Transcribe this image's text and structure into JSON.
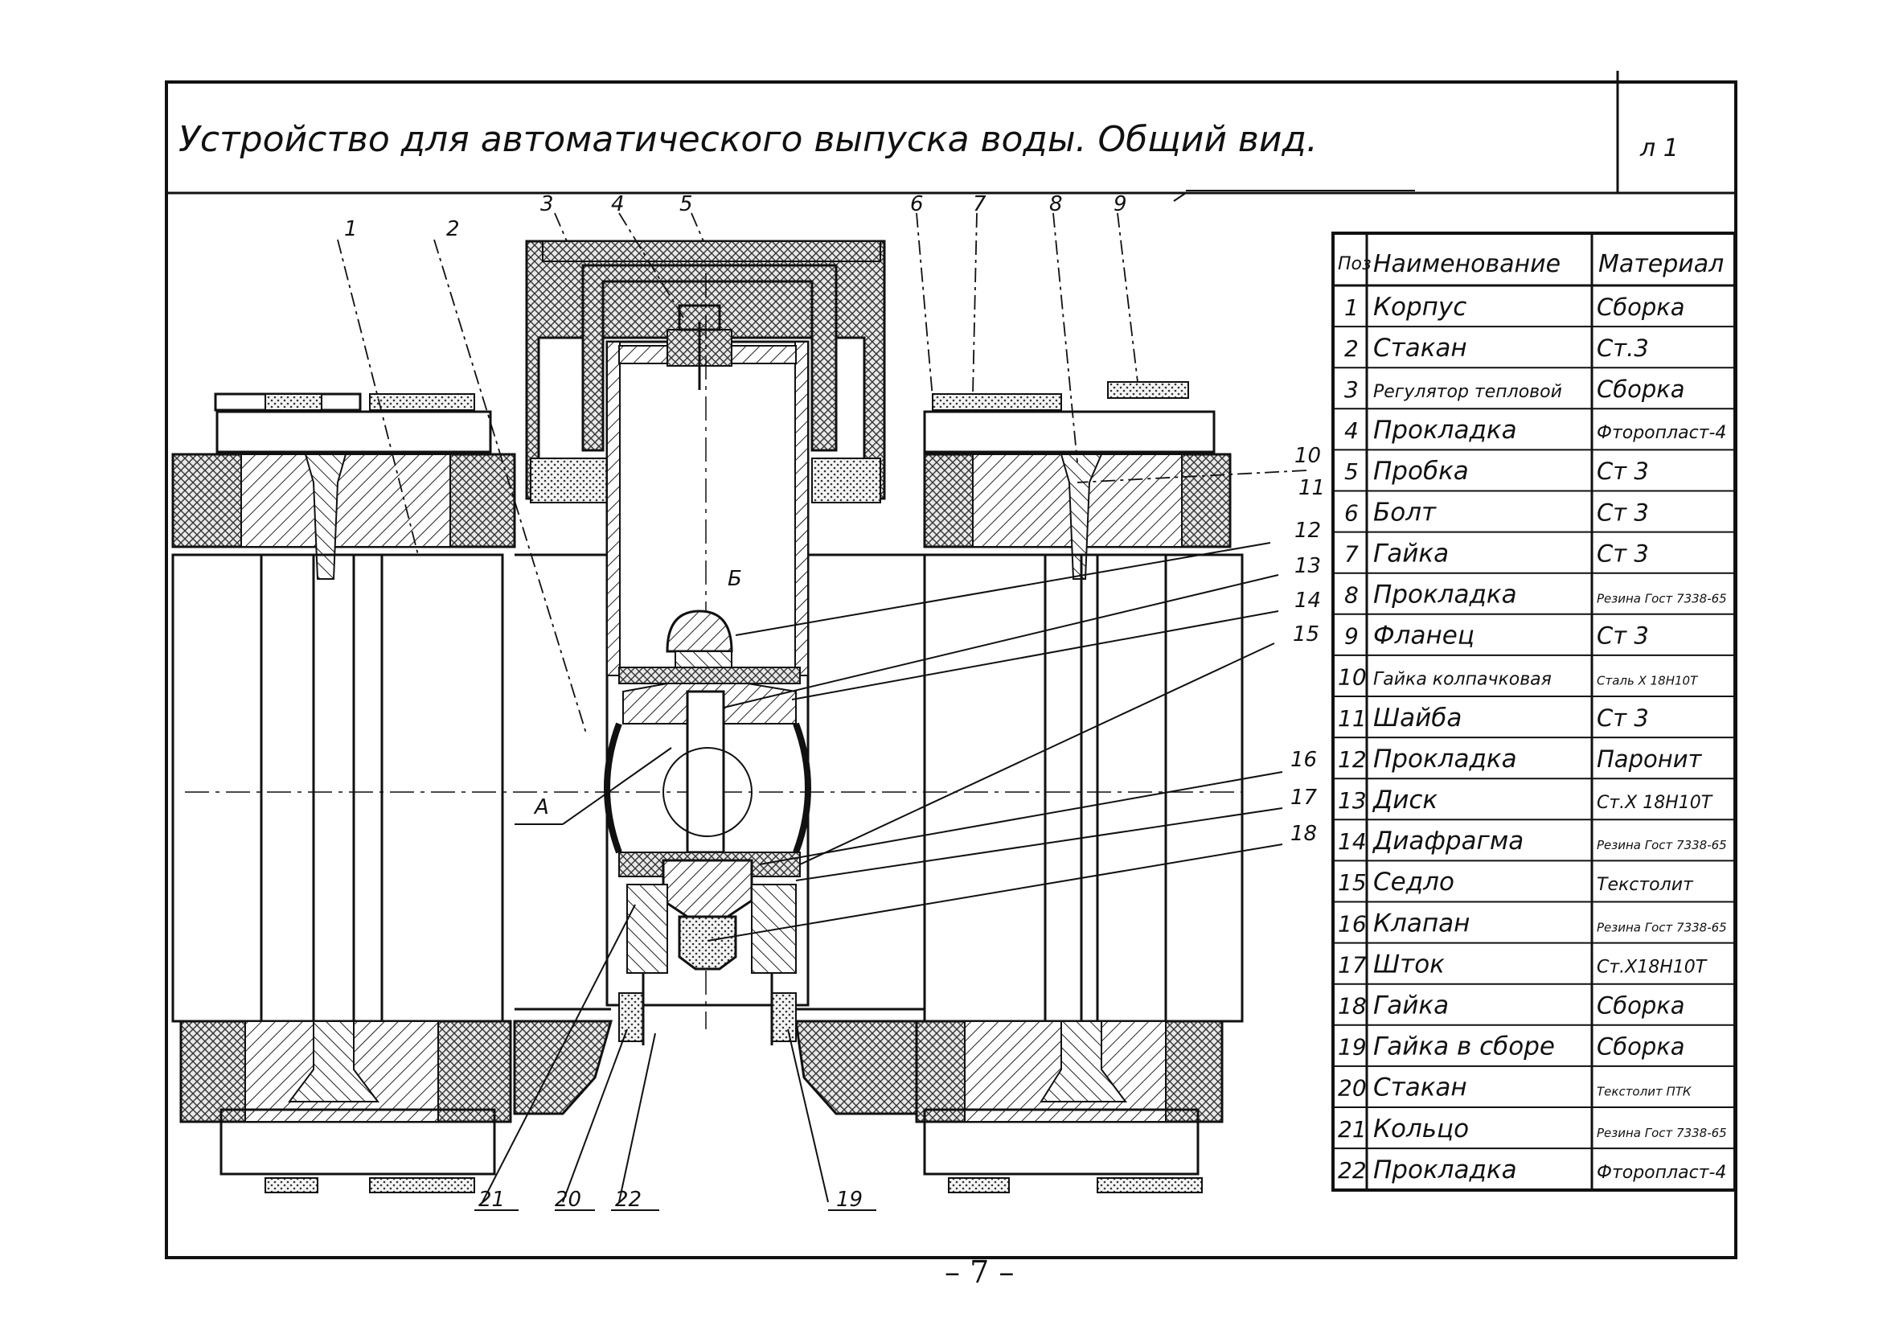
{
  "title": "Устройство для автоматического выпуска воды. Общий вид.",
  "sheet_no": "л 1",
  "page_number": "– 7 –",
  "section_labels": {
    "a": "А",
    "b": "Б"
  },
  "callouts": [
    "1",
    "2",
    "3",
    "4",
    "5",
    "6",
    "7",
    "8",
    "9",
    "10",
    "11",
    "12",
    "13",
    "14",
    "15",
    "16",
    "17",
    "18",
    "19",
    "20",
    "21",
    "22"
  ],
  "parts_table": {
    "headers": {
      "pos": "Поз",
      "name": "Наименование",
      "material": "Материал"
    },
    "rows": [
      {
        "pos": "1",
        "name": "Корпус",
        "material": "Сборка"
      },
      {
        "pos": "2",
        "name": "Стакан",
        "material": "Ст.3"
      },
      {
        "pos": "3",
        "name": "Регулятор тепловой",
        "material": "Сборка"
      },
      {
        "pos": "4",
        "name": "Прокладка",
        "material": "Фторопласт-4"
      },
      {
        "pos": "5",
        "name": "Пробка",
        "material": "Ст 3"
      },
      {
        "pos": "6",
        "name": "Болт",
        "material": "Ст 3"
      },
      {
        "pos": "7",
        "name": "Гайка",
        "material": "Ст 3"
      },
      {
        "pos": "8",
        "name": "Прокладка",
        "material": "Резина Гост 7338-65"
      },
      {
        "pos": "9",
        "name": "Фланец",
        "material": "Ст 3"
      },
      {
        "pos": "10",
        "name": "Гайка колпачковая",
        "material": "Сталь Х 18Н10Т"
      },
      {
        "pos": "11",
        "name": "Шайба",
        "material": "Ст 3"
      },
      {
        "pos": "12",
        "name": "Прокладка",
        "material": "Паронит"
      },
      {
        "pos": "13",
        "name": "Диск",
        "material": "Ст.Х 18Н10Т"
      },
      {
        "pos": "14",
        "name": "Диафрагма",
        "material": "Резина Гост 7338-65"
      },
      {
        "pos": "15",
        "name": "Седло",
        "material": "Текстолит"
      },
      {
        "pos": "16",
        "name": "Клапан",
        "material": "Резина Гост 7338-65"
      },
      {
        "pos": "17",
        "name": "Шток",
        "material": "Ст.Х18Н10Т"
      },
      {
        "pos": "18",
        "name": "Гайка",
        "material": "Сборка"
      },
      {
        "pos": "19",
        "name": "Гайка в сборе",
        "material": "Сборка"
      },
      {
        "pos": "20",
        "name": "Стакан",
        "material": "Текстолит ПТК"
      },
      {
        "pos": "21",
        "name": "Кольцо",
        "material": "Резина Гост 7338-65"
      },
      {
        "pos": "22",
        "name": "Прокладка",
        "material": "Фторопласт-4"
      }
    ]
  }
}
